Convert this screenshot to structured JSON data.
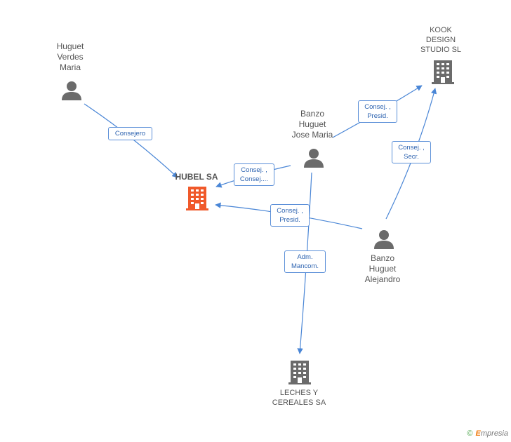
{
  "nodes": {
    "huguet_verdes": {
      "label": "Huguet\nVerdes\nMaria",
      "type": "person"
    },
    "kook_design": {
      "label": "KOOK\nDESIGN\nSTUDIO  SL",
      "type": "company"
    },
    "banzo_jose": {
      "label": "Banzo\nHuguet\nJose Maria",
      "type": "person"
    },
    "hubel": {
      "label": "HUBEL SA",
      "type": "company-focus"
    },
    "banzo_alejandro": {
      "label": "Banzo\nHuguet\nAlejandro",
      "type": "person"
    },
    "leches": {
      "label": "LECHES Y\nCEREALES SA",
      "type": "company"
    }
  },
  "edges": {
    "consejero": {
      "label": "Consejero"
    },
    "jose_hubel": {
      "label": "Consej. ,\nConsej...."
    },
    "jose_kook": {
      "label": "Consej. ,\nPresid."
    },
    "alejandro_kook": {
      "label": "Consej. ,\nSecr."
    },
    "alejandro_hubel": {
      "label": "Consej. ,\nPresid."
    },
    "jose_leches": {
      "label": "Adm.\nMancom."
    }
  },
  "colors": {
    "edge": "#4a86d6",
    "person": "#6b6b6b",
    "company": "#6b6b6b",
    "focus": "#f0592a"
  },
  "brand": {
    "copyright": "©",
    "name_initial": "E",
    "name_rest": "mpresia"
  }
}
